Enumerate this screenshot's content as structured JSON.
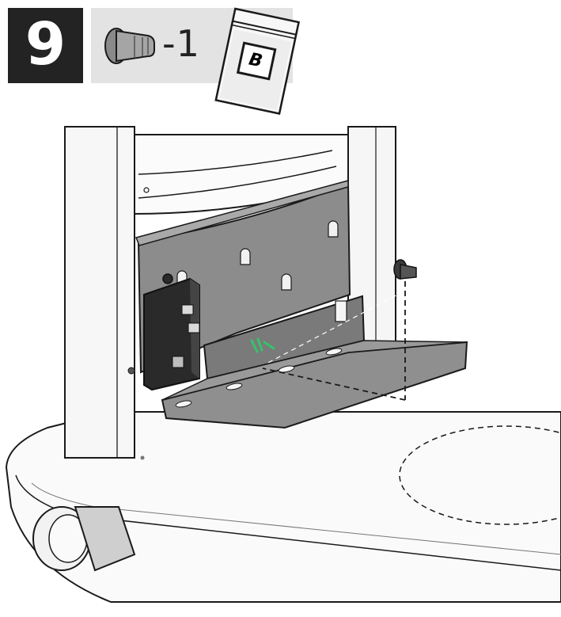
{
  "step": {
    "number": "9"
  },
  "parts": [
    {
      "icon": "push-pin-rivet-icon",
      "quantity_label": "-1"
    },
    {
      "icon": "parts-bag-icon",
      "bag_letter": "B"
    }
  ],
  "colors": {
    "step_box": "#232323",
    "parts_strip": "#e3e3e3",
    "panel": "#8c8c8c",
    "panel_dark": "#6f6f6f",
    "controller": "#2a2a2a",
    "highlight": "#35c46a",
    "outline": "#1a1a1a"
  }
}
